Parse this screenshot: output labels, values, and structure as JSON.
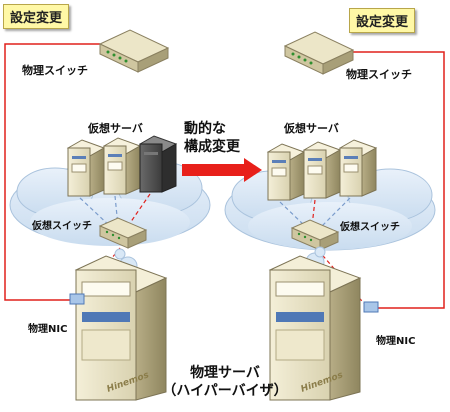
{
  "left": {
    "callout": "設定変更",
    "physical_switch": "物理スイッチ",
    "virtual_servers": "仮想サーバ",
    "virtual_switch": "仮想スイッチ",
    "physical_nic": "物理NIC"
  },
  "right": {
    "callout": "設定変更",
    "physical_switch": "物理スイッチ",
    "virtual_servers": "仮想サーバ",
    "virtual_switch": "仮想スイッチ",
    "physical_nic": "物理NIC"
  },
  "arrow_label": {
    "line1": "動的な",
    "line2": "構成変更"
  },
  "physical_server": {
    "line1": "物理サーバ",
    "line2": "（ハイパーバイザ）"
  },
  "vendor_mark": "Hinemos",
  "colors": {
    "link_red": "#e0201c",
    "callout_bg": "#fff8a6",
    "cloud": "#d9e8f6",
    "arrow": "#e8201a"
  }
}
